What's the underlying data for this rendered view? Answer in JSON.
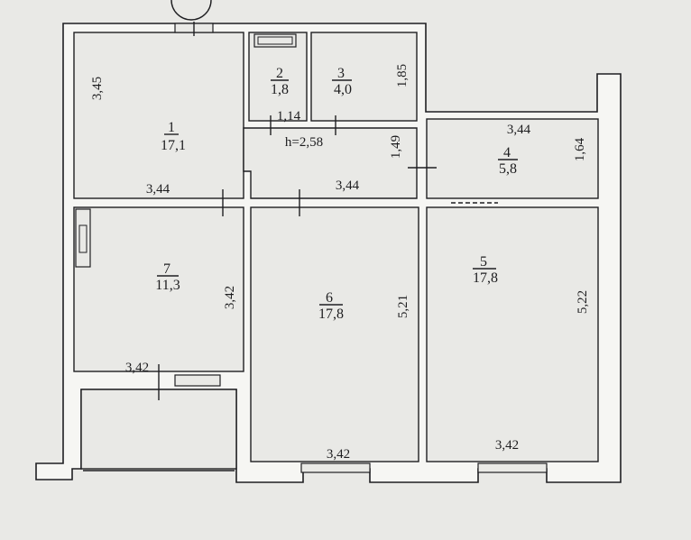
{
  "rooms": [
    {
      "number": "1",
      "area": "17,1"
    },
    {
      "number": "2",
      "area": "1,8"
    },
    {
      "number": "3",
      "area": "4,0"
    },
    {
      "number": "4",
      "area": "5,8"
    },
    {
      "number": "5",
      "area": "17,8"
    },
    {
      "number": "6",
      "area": "17,8"
    },
    {
      "number": "7",
      "area": "11,3"
    }
  ],
  "ceiling_height": "h=2,58",
  "dimensions": {
    "room1_height": "3,45",
    "room1_width": "3,44",
    "corridor_width": "1,14",
    "room3_height": "1,85",
    "hall_height": "1,49",
    "hall_width": "3,44",
    "room4_width": "3,44",
    "room4_height": "1,64",
    "room7_height": "3,42",
    "room7_width": "3,42",
    "room6_height": "5,21",
    "room6_width": "3,42",
    "room5_height": "5,22",
    "room5_width": "3,42"
  },
  "colors": {
    "paper": "#e9e9e6",
    "wall_fill": "#f6f6f3",
    "line": "#1f1f22"
  }
}
